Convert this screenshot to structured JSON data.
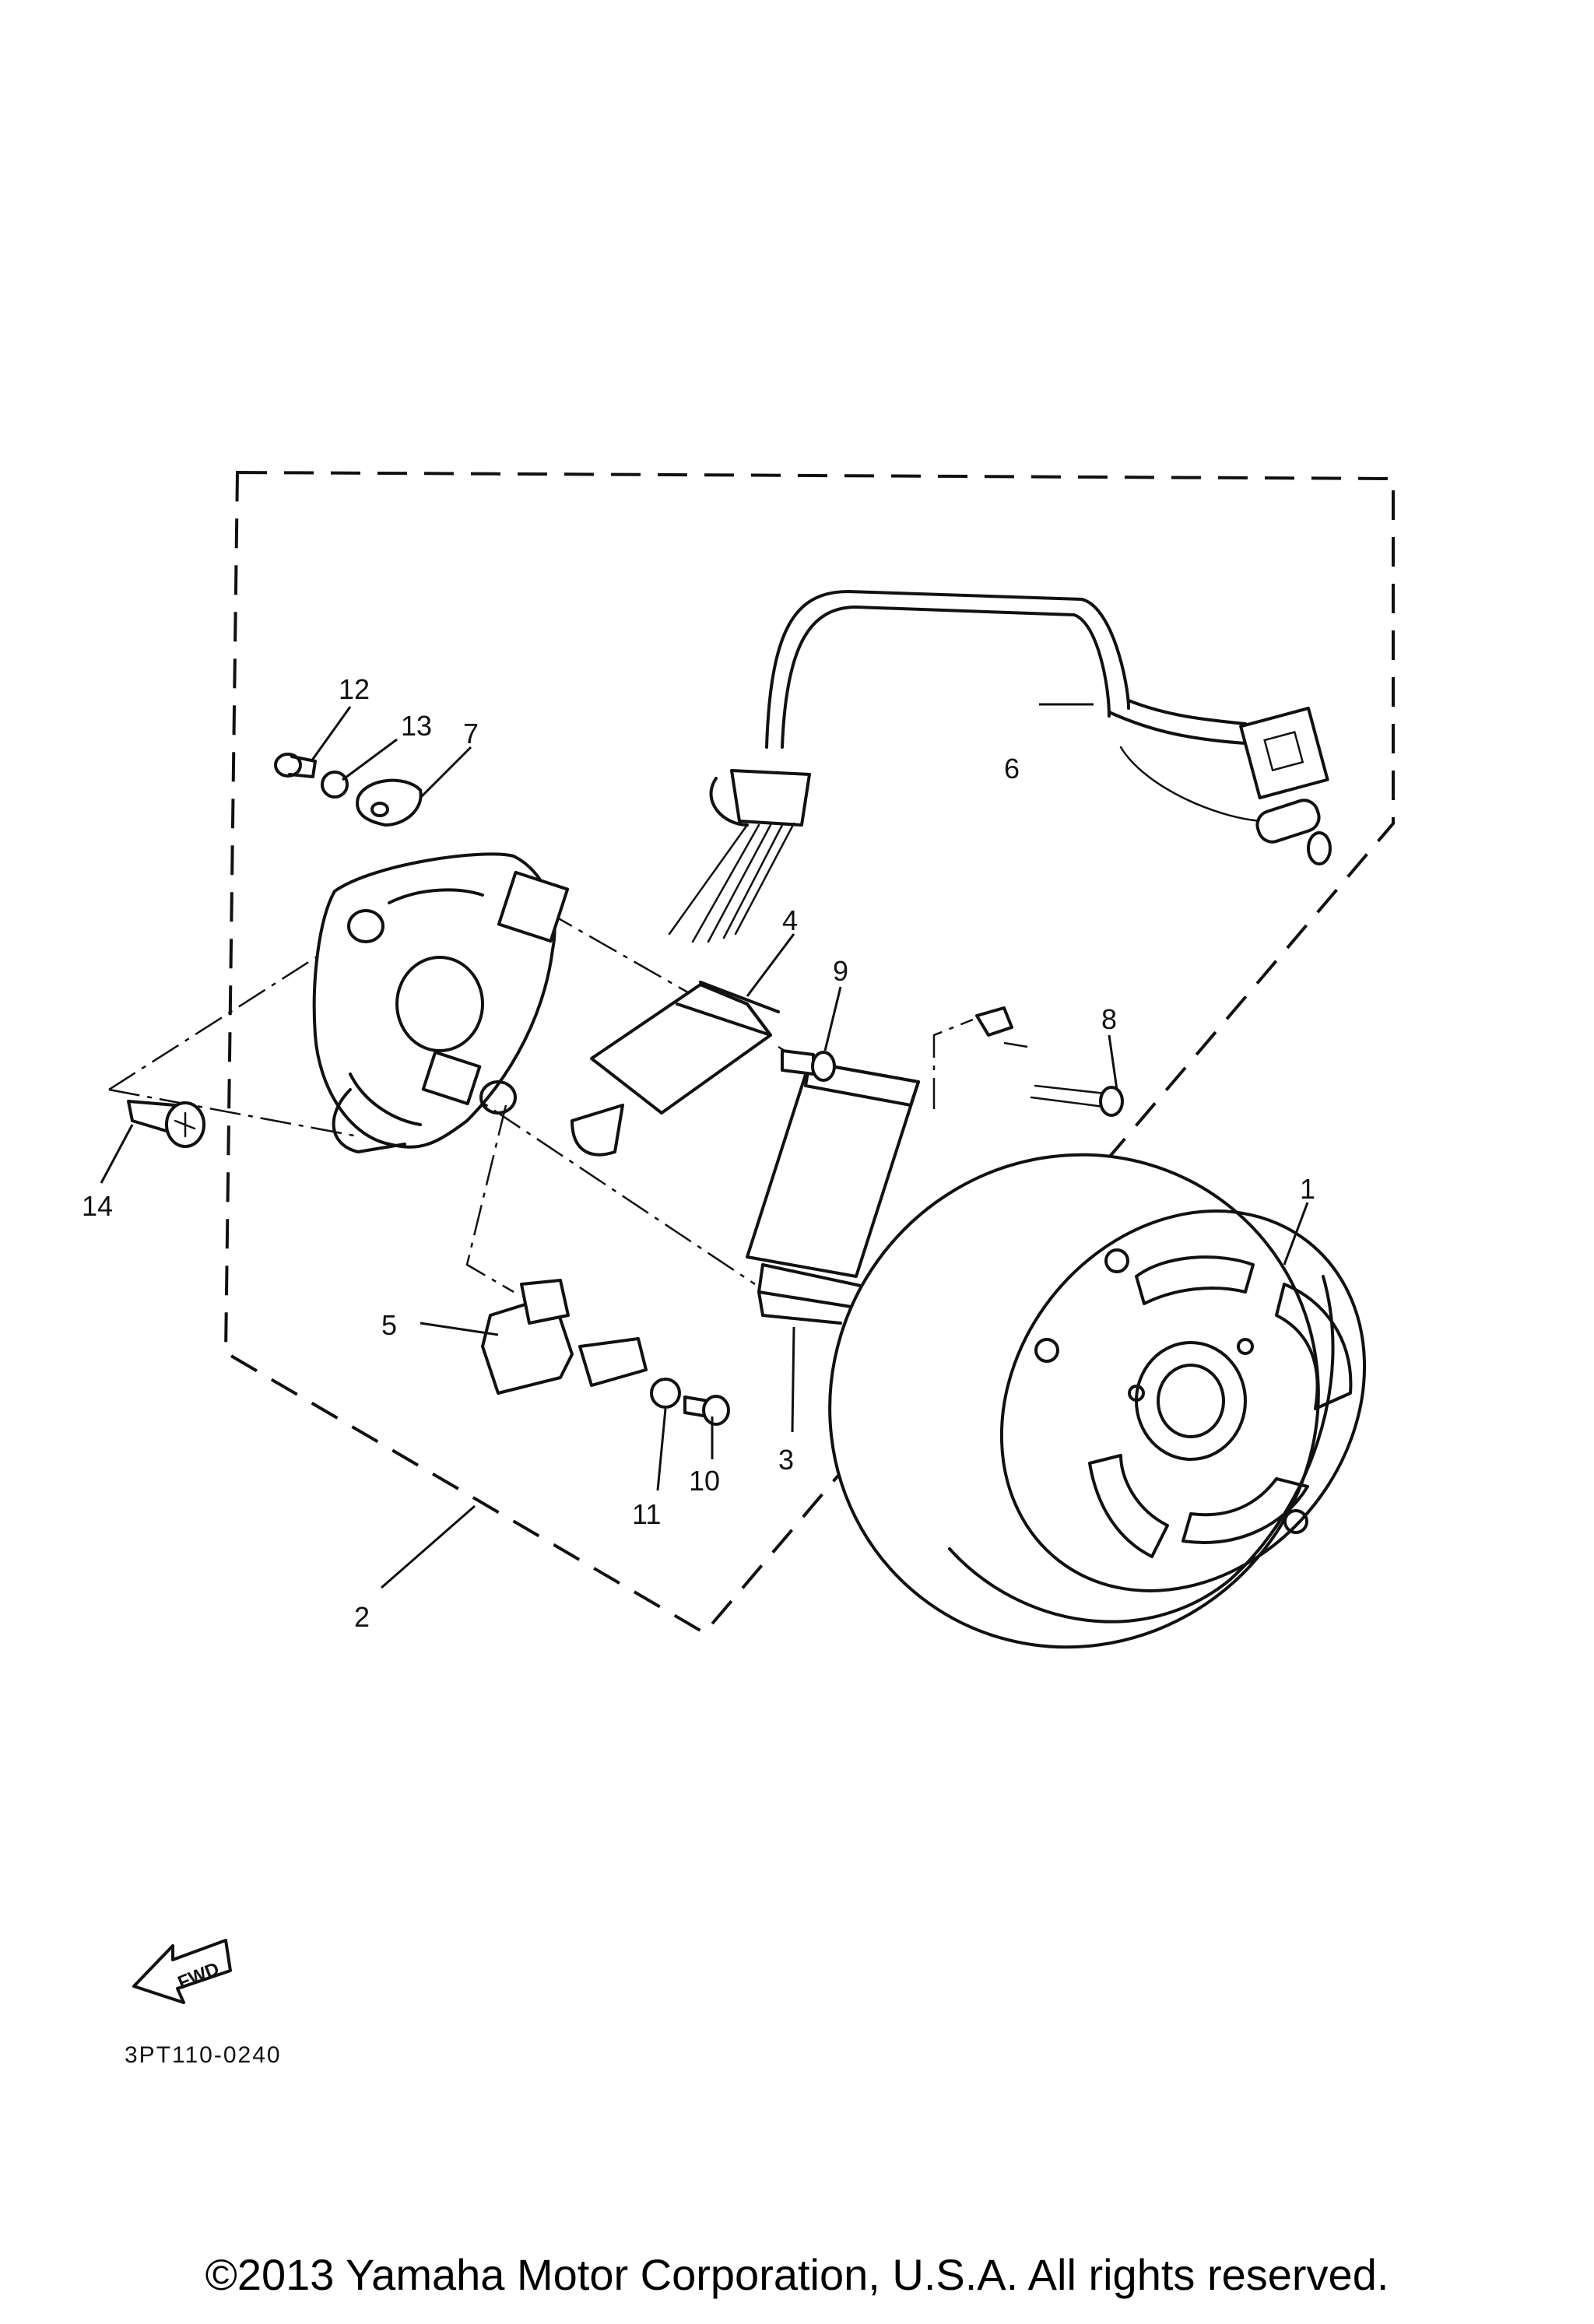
{
  "callouts": {
    "p1": "1",
    "p2": "2",
    "p3": "3",
    "p4": "4",
    "p5": "5",
    "p6": "6",
    "p7": "7",
    "p8": "8",
    "p9": "9",
    "p10": "10",
    "p11": "11",
    "p12": "12",
    "p13": "13",
    "p14": "14"
  },
  "fwd_label": "FWD",
  "diagram_code": "3PT110-0240",
  "copyright": "©2013 Yamaha Motor Corporation, U.S.A. All rights reserved.",
  "colors": {
    "ink": "#111111",
    "background": "#ffffff"
  }
}
